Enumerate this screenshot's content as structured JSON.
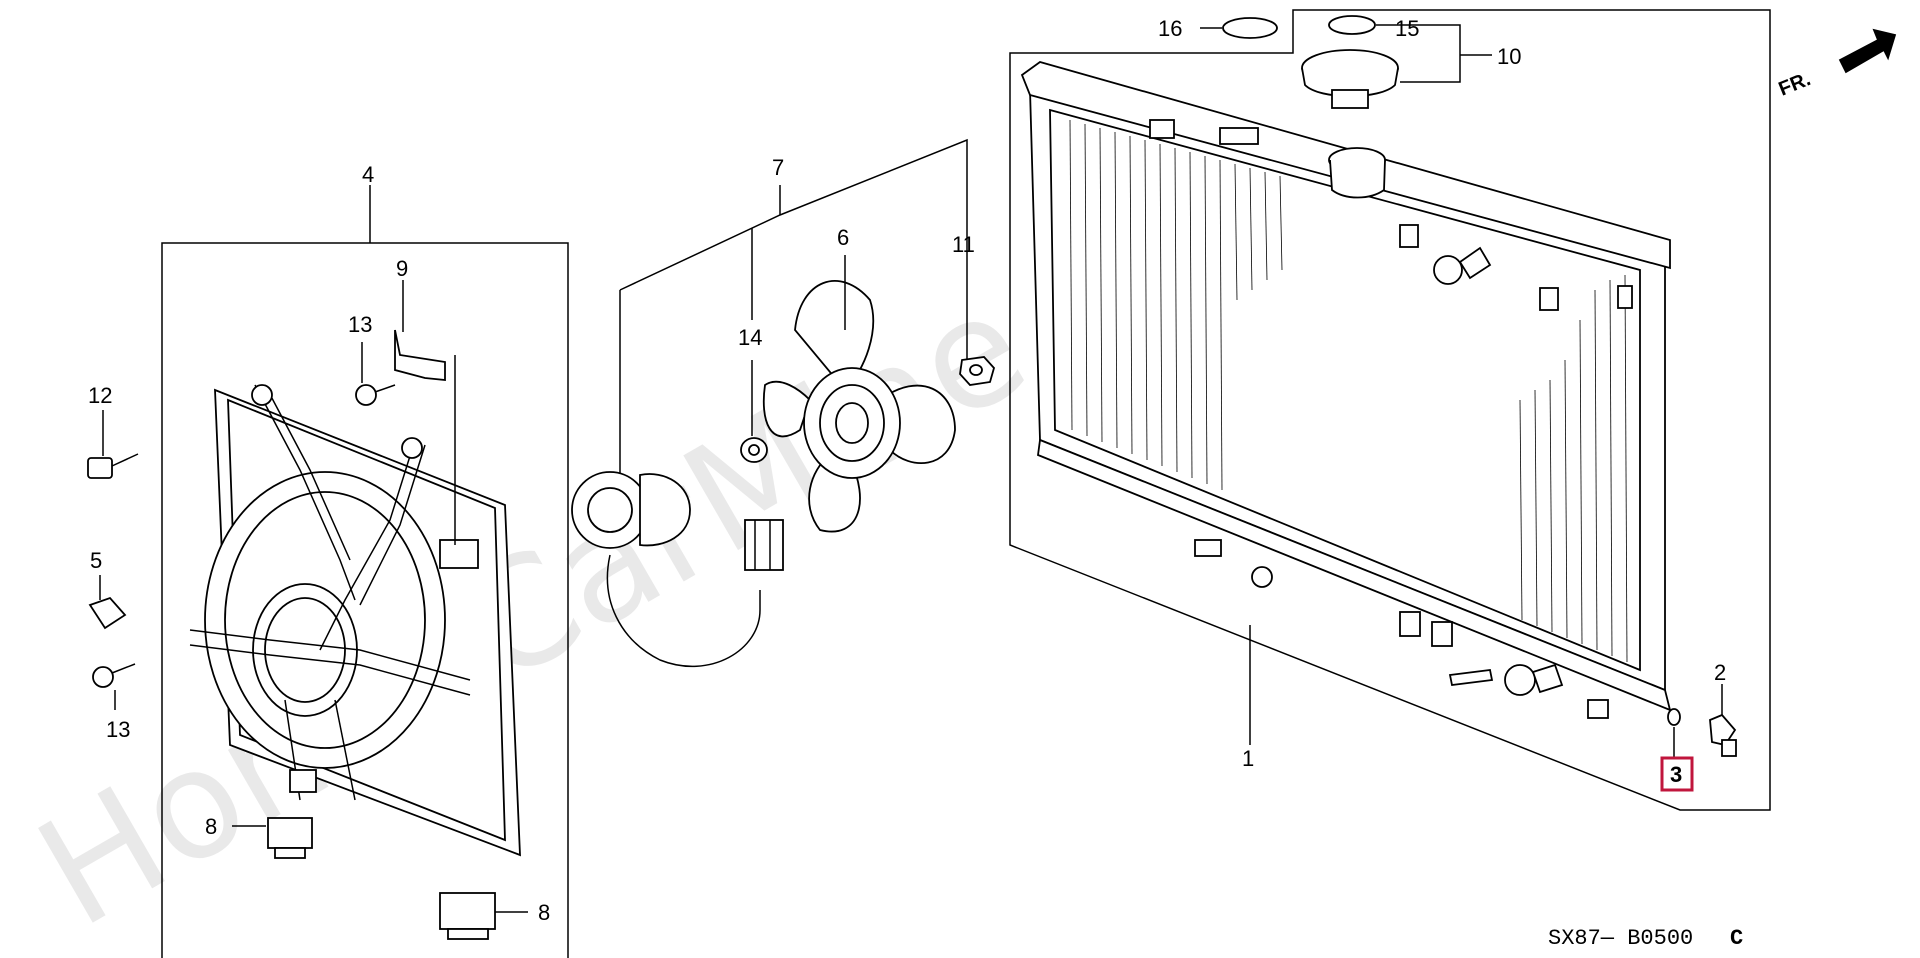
{
  "watermark": "HondaCarMine.ru",
  "direction_label": "FR.",
  "diagram_code": "SX87— B0500",
  "diagram_code_suffix": "C",
  "highlight_color": "#c0163c",
  "callouts": [
    {
      "id": "1",
      "text": "1"
    },
    {
      "id": "2",
      "text": "2"
    },
    {
      "id": "3",
      "text": "3",
      "highlighted": true
    },
    {
      "id": "4",
      "text": "4"
    },
    {
      "id": "5",
      "text": "5"
    },
    {
      "id": "6",
      "text": "6"
    },
    {
      "id": "7",
      "text": "7"
    },
    {
      "id": "8a",
      "text": "8"
    },
    {
      "id": "8b",
      "text": "8"
    },
    {
      "id": "9",
      "text": "9"
    },
    {
      "id": "10",
      "text": "10"
    },
    {
      "id": "11",
      "text": "11"
    },
    {
      "id": "12",
      "text": "12"
    },
    {
      "id": "13a",
      "text": "13"
    },
    {
      "id": "13b",
      "text": "13"
    },
    {
      "id": "14",
      "text": "14"
    },
    {
      "id": "15",
      "text": "15"
    },
    {
      "id": "16",
      "text": "16"
    }
  ]
}
